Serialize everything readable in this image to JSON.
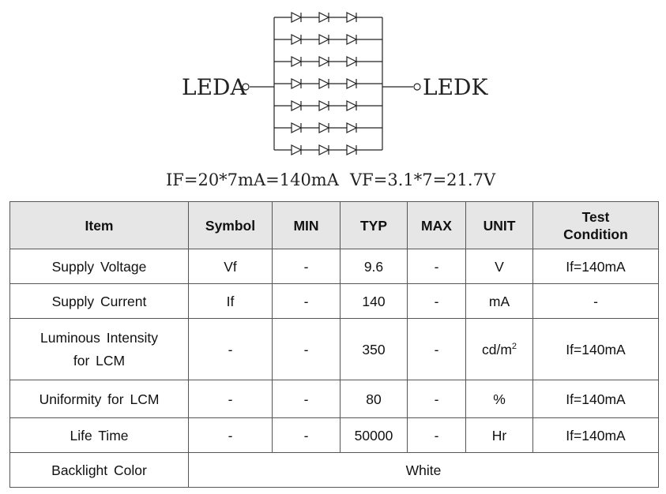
{
  "diagram": {
    "anode_label": "LEDA",
    "cathode_label": "LEDK",
    "rows": 7,
    "diodes_per_row": 3
  },
  "equations": {
    "current": "IF=20*7mA=140mA",
    "voltage": "VF=3.1*7=21.7V"
  },
  "table": {
    "headers": {
      "item": "Item",
      "symbol": "Symbol",
      "min": "MIN",
      "typ": "TYP",
      "max": "MAX",
      "unit": "UNIT",
      "condition_line1": "Test",
      "condition_line2": "Condition"
    },
    "rows": [
      {
        "item": "Supply Voltage",
        "symbol": "Vf",
        "min": "-",
        "typ": "9.6",
        "max": "-",
        "unit": "V",
        "condition": "If=140mA"
      },
      {
        "item": "Supply Current",
        "symbol": "If",
        "min": "-",
        "typ": "140",
        "max": "-",
        "unit": "mA",
        "condition": "-"
      },
      {
        "item_line1": "Luminous Intensity",
        "item_line2": "for LCM",
        "symbol": "-",
        "min": "-",
        "typ": "350",
        "max": "-",
        "unit": "cd/m",
        "unit_sup": "2",
        "condition": "If=140mA"
      },
      {
        "item": "Uniformity for LCM",
        "symbol": "-",
        "min": "-",
        "typ": "80",
        "max": "-",
        "unit": "%",
        "condition": "If=140mA"
      },
      {
        "item": "Life Time",
        "symbol": "-",
        "min": "-",
        "typ": "50000",
        "max": "-",
        "unit": "Hr",
        "condition": "If=140mA"
      }
    ],
    "color_row": {
      "item": "Backlight Color",
      "value": "White"
    }
  }
}
